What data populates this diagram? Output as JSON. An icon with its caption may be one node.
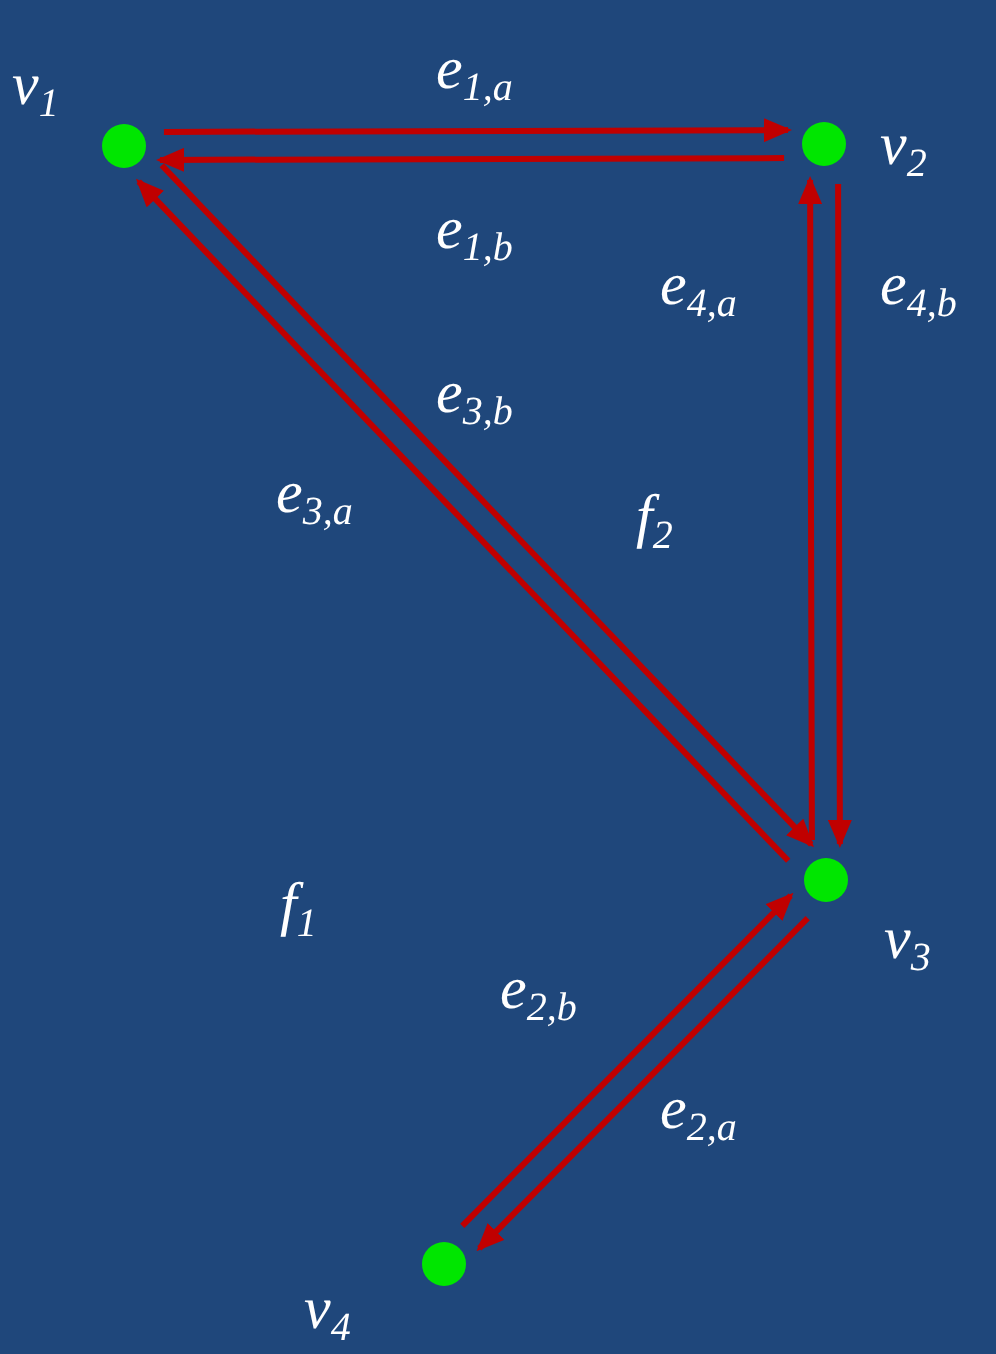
{
  "diagram": {
    "nodes": [
      {
        "text": [],
        "shape": "circle",
        "beside": [
          "v$_{1}$"
        ]
      },
      {
        "text": [],
        "shape": "circle",
        "beside": [
          "v$_{2}$"
        ]
      },
      {
        "text": [],
        "shape": "circle",
        "beside": [
          "v$_{3}$"
        ]
      },
      {
        "text": [],
        "shape": "circle",
        "beside": [
          "v$_{4}$"
        ]
      }
    ],
    "edges": [
      {
        "from": 0,
        "to": 1,
        "arrow": "to",
        "label": "e$_{1,a}$"
      },
      {
        "from": 1,
        "to": 0,
        "arrow": "to",
        "label": "e$_{1,b}$"
      },
      {
        "from": 2,
        "to": 1,
        "arrow": "to",
        "label": "e$_{4,a}$"
      },
      {
        "from": 1,
        "to": 2,
        "arrow": "to",
        "label": "e$_{4,b}$"
      },
      {
        "from": 0,
        "to": 2,
        "arrow": "to",
        "label": "e$_{3,b}$"
      },
      {
        "from": 2,
        "to": 0,
        "arrow": "to",
        "label": "e$_{3,a}$"
      },
      {
        "from": 3,
        "to": 2,
        "arrow": "to",
        "label": "e$_{2,b}$"
      },
      {
        "from": 2,
        "to": 3,
        "arrow": "to",
        "label": "e$_{2,a}$"
      }
    ],
    "labels": [
      "f$_{2}$",
      "f$_{1}$"
    ]
  }
}
